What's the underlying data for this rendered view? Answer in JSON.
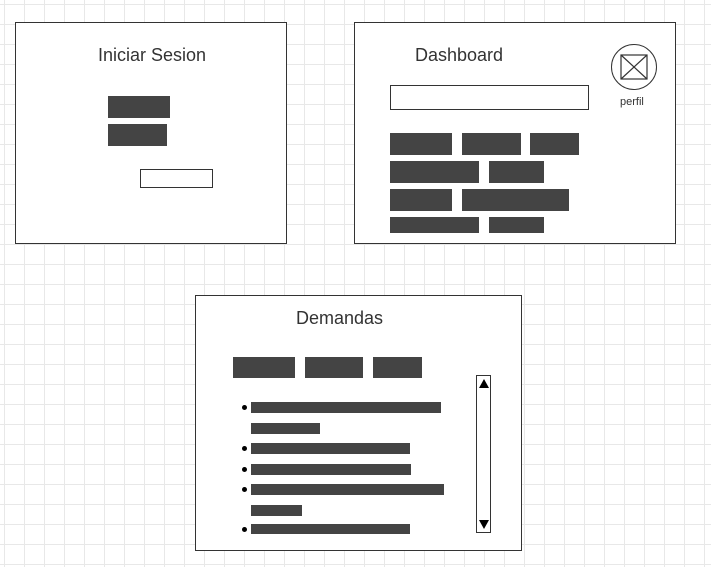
{
  "login": {
    "title": "Iniciar Sesion"
  },
  "dashboard": {
    "title": "Dashboard",
    "profile_label": "perfil",
    "avatar_icon": "image-placeholder-icon"
  },
  "demandas": {
    "title": "Demandas",
    "scroll_up_icon": "arrow-up-icon",
    "scroll_down_icon": "arrow-down-icon"
  },
  "colors": {
    "stroke": "#333333",
    "block_fill": "#444444",
    "grid": "#e8e8e8"
  }
}
